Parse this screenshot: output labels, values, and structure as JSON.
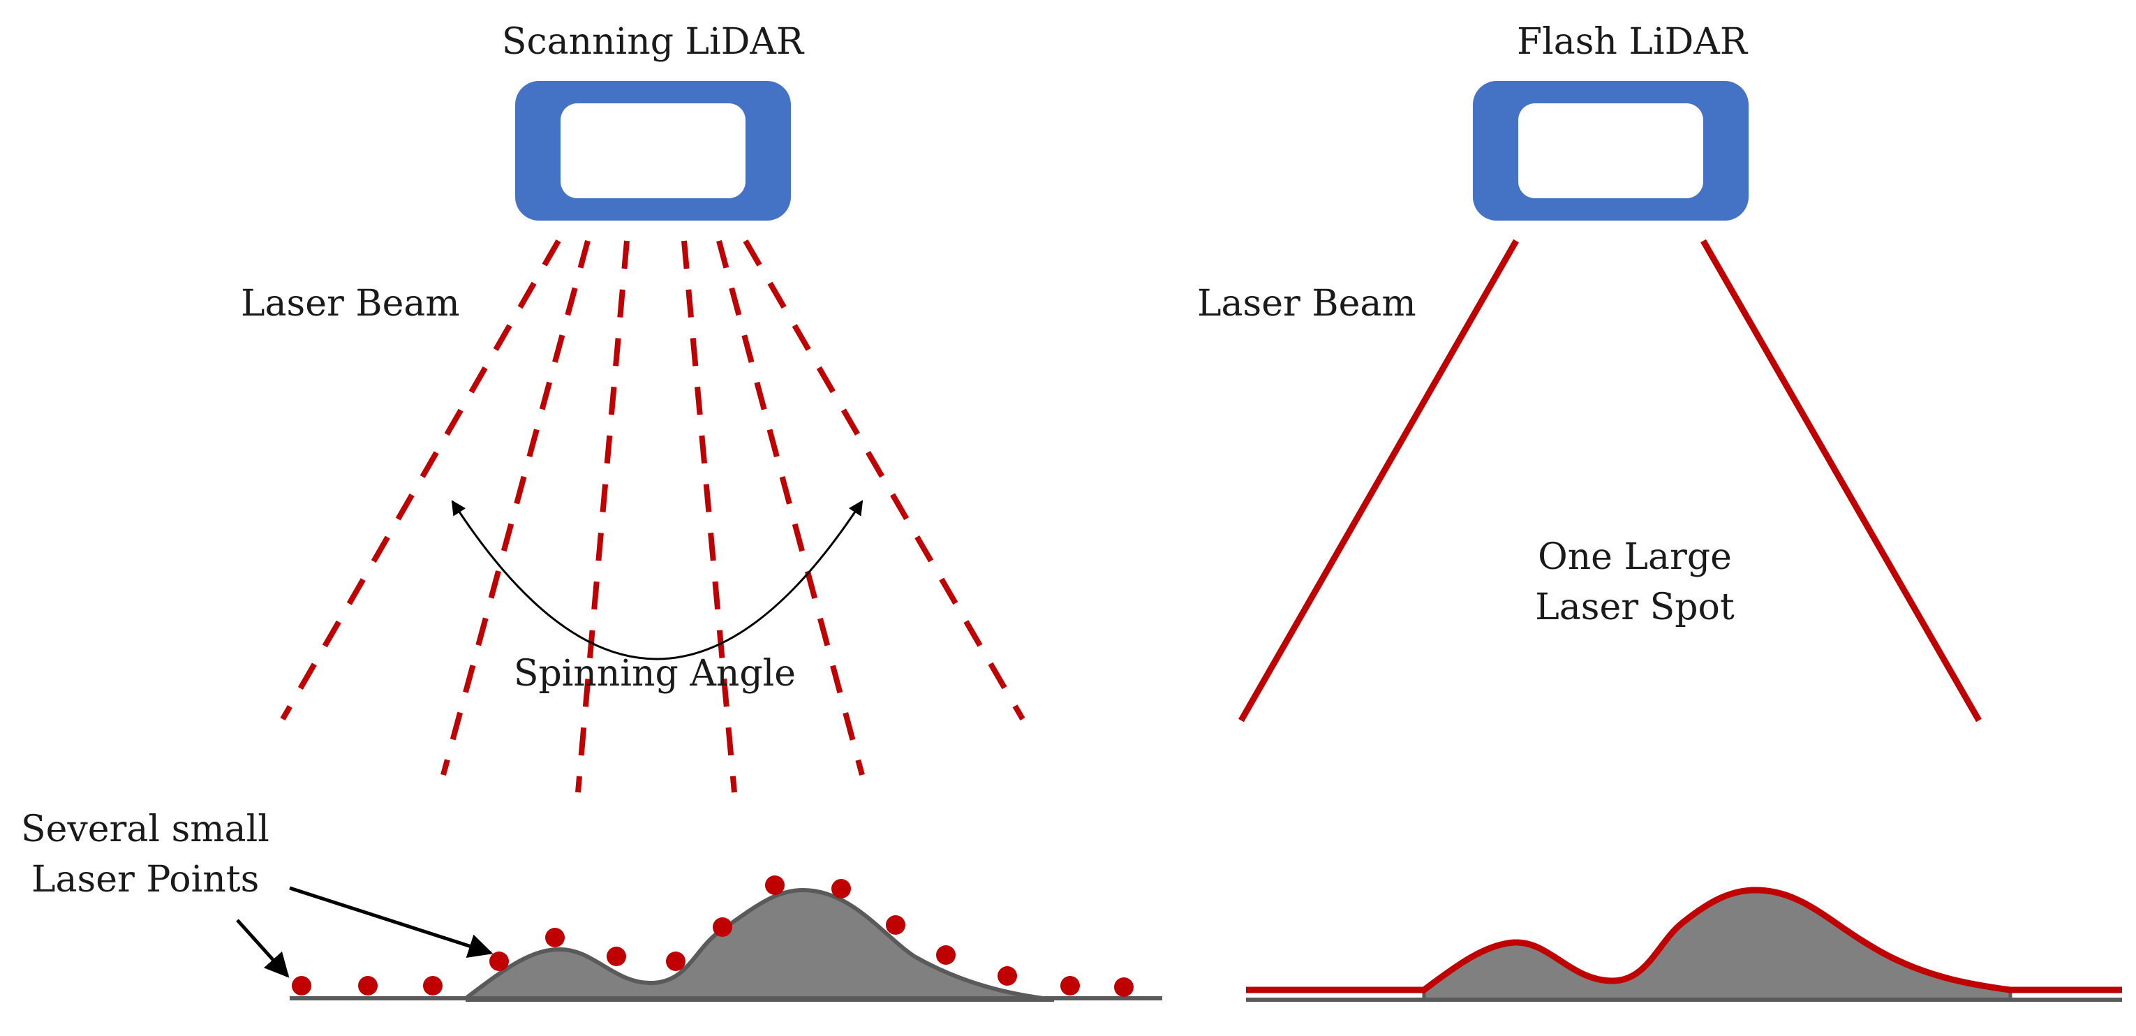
{
  "panels": {
    "scanning": {
      "title": "Scanning LiDAR",
      "beam_label": "Laser Beam",
      "angle_label": "Spinning Angle",
      "points_label_line1": "Several small",
      "points_label_line2": "Laser Points"
    },
    "flash": {
      "title": "Flash LiDAR",
      "beam_label": "Laser Beam",
      "spot_label_line1": "One Large",
      "spot_label_line2": "Laser Spot"
    }
  },
  "colors": {
    "device": "#4472c4",
    "laser": "#c00000",
    "terrain_fill": "#808080",
    "terrain_stroke": "#5a5a5a",
    "text": "#1a1a1a",
    "arrow": "#000000"
  }
}
